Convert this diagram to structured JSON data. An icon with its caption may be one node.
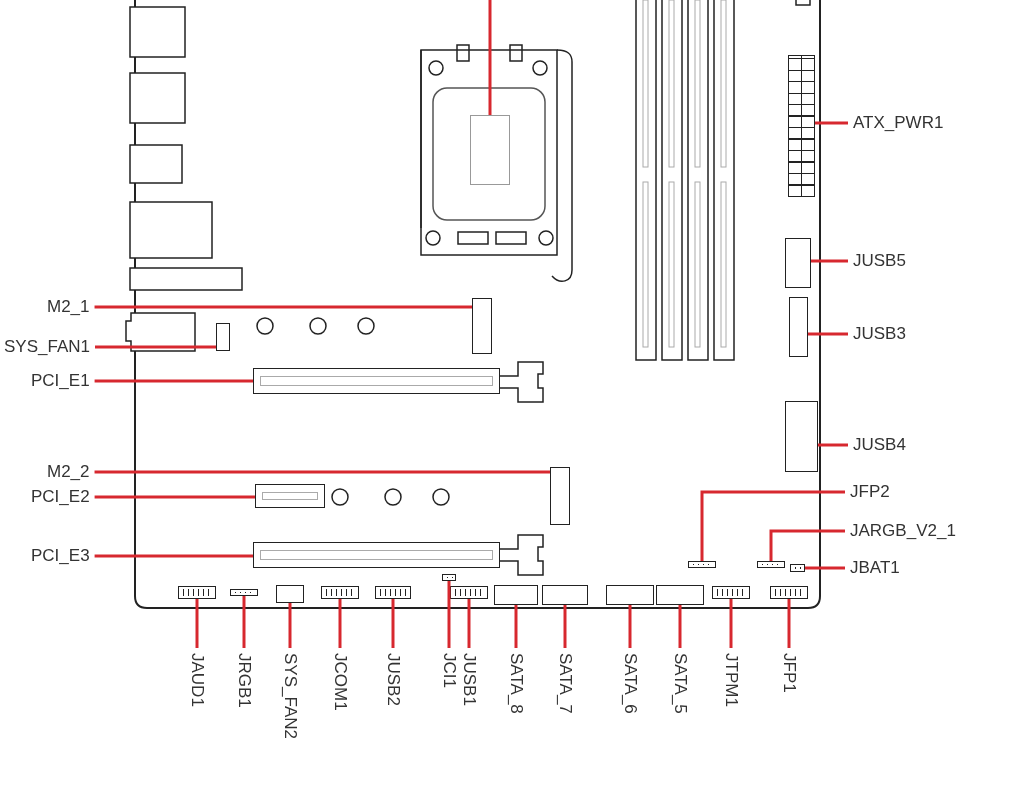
{
  "diagram": {
    "nodes": [
      {
        "text": [],
        "shape": "box"
      },
      {
        "text": [
          "M2_1"
        ]
      },
      {
        "text": [],
        "shape": "box"
      },
      {
        "text": [
          "SYS_FAN1"
        ]
      },
      {
        "text": [],
        "shape": "box"
      },
      {
        "text": [
          "PCI_E1"
        ]
      },
      {
        "text": [],
        "shape": "box"
      },
      {
        "text": [
          "M2_2"
        ]
      },
      {
        "text": [],
        "shape": "box"
      },
      {
        "text": [
          "PCI_E2"
        ]
      },
      {
        "text": [],
        "shape": "box"
      },
      {
        "text": [
          "PCI_E3"
        ]
      },
      {
        "text": [],
        "shape": "box"
      },
      {
        "text": [
          "ATX_PWR1"
        ]
      },
      {
        "text": [],
        "shape": "box"
      },
      {
        "text": [
          "JUSB5"
        ]
      },
      {
        "text": [],
        "shape": "box"
      },
      {
        "text": [
          "JUSB3"
        ]
      },
      {
        "text": [],
        "shape": "box"
      },
      {
        "text": [
          "JUSB4"
        ]
      },
      {
        "text": [],
        "shape": "box"
      },
      {
        "text": [
          "JFP2"
        ]
      },
      {
        "text": [],
        "shape": "box"
      },
      {
        "text": [
          "JARGB_V2_1"
        ]
      },
      {
        "text": [],
        "shape": "box"
      },
      {
        "text": [
          "JBAT1"
        ]
      },
      {
        "text": [],
        "shape": "box"
      },
      {
        "text": [
          "JAUD1"
        ]
      },
      {
        "text": [],
        "shape": "box"
      },
      {
        "text": [
          "JRGB1"
        ]
      },
      {
        "text": [],
        "shape": "box"
      },
      {
        "text": [
          "SYS_FAN2"
        ]
      },
      {
        "text": [],
        "shape": "box"
      },
      {
        "text": [
          "JCOM1"
        ]
      },
      {
        "text": [],
        "shape": "box"
      },
      {
        "text": [
          "JUSB2"
        ]
      },
      {
        "text": [],
        "shape": "box"
      },
      {
        "text": [
          "JCI1"
        ]
      },
      {
        "text": [],
        "shape": "box"
      },
      {
        "text": [
          "JUSB1"
        ]
      },
      {
        "text": [],
        "shape": "box"
      },
      {
        "text": [
          "SATA_8"
        ]
      },
      {
        "text": [],
        "shape": "box"
      },
      {
        "text": [
          "SATA_7"
        ]
      },
      {
        "text": [],
        "shape": "box"
      },
      {
        "text": [
          "SATA_6"
        ]
      },
      {
        "text": [],
        "shape": "box"
      },
      {
        "text": [
          "SATA_5"
        ]
      },
      {
        "text": [],
        "shape": "box"
      },
      {
        "text": [
          "JTPM1"
        ]
      },
      {
        "text": [],
        "shape": "box"
      },
      {
        "text": [
          "JFP1"
        ]
      },
      {
        "text": [],
        "shape": "box"
      }
    ],
    "edges": [
      {
        "from": null,
        "to": 0,
        "arrow": "none"
      },
      {
        "from": 1,
        "to": 2,
        "arrow": "none"
      },
      {
        "from": 3,
        "to": 4,
        "arrow": "none"
      },
      {
        "from": 5,
        "to": 6,
        "arrow": "none"
      },
      {
        "from": 7,
        "to": 8,
        "arrow": "none"
      },
      {
        "from": 9,
        "to": 10,
        "arrow": "none"
      },
      {
        "from": 11,
        "to": 12,
        "arrow": "none"
      },
      {
        "from": 13,
        "to": 14,
        "arrow": "none"
      },
      {
        "from": 15,
        "to": 16,
        "arrow": "none"
      },
      {
        "from": 17,
        "to": 18,
        "arrow": "none"
      },
      {
        "from": 19,
        "to": 20,
        "arrow": "none"
      },
      {
        "from": 21,
        "to": 22,
        "arrow": "none"
      },
      {
        "from": 23,
        "to": 24,
        "arrow": "none"
      },
      {
        "from": 25,
        "to": 26,
        "arrow": "none"
      },
      {
        "from": 27,
        "to": 28,
        "arrow": "none"
      },
      {
        "from": 29,
        "to": 30,
        "arrow": "none"
      },
      {
        "from": 31,
        "to": 32,
        "arrow": "none"
      },
      {
        "from": 33,
        "to": 34,
        "arrow": "none"
      },
      {
        "from": 35,
        "to": 36,
        "arrow": "none"
      },
      {
        "from": 37,
        "to": 38,
        "arrow": "none"
      },
      {
        "from": 39,
        "to": 40,
        "arrow": "none"
      },
      {
        "from": 41,
        "to": 42,
        "arrow": "none"
      },
      {
        "from": 43,
        "to": 44,
        "arrow": "none"
      },
      {
        "from": 45,
        "to": 46,
        "arrow": "none"
      },
      {
        "from": 47,
        "to": 48,
        "arrow": "none"
      },
      {
        "from": 49,
        "to": 50,
        "arrow": "none"
      },
      {
        "from": 51,
        "to": 52,
        "arrow": "none"
      }
    ]
  }
}
